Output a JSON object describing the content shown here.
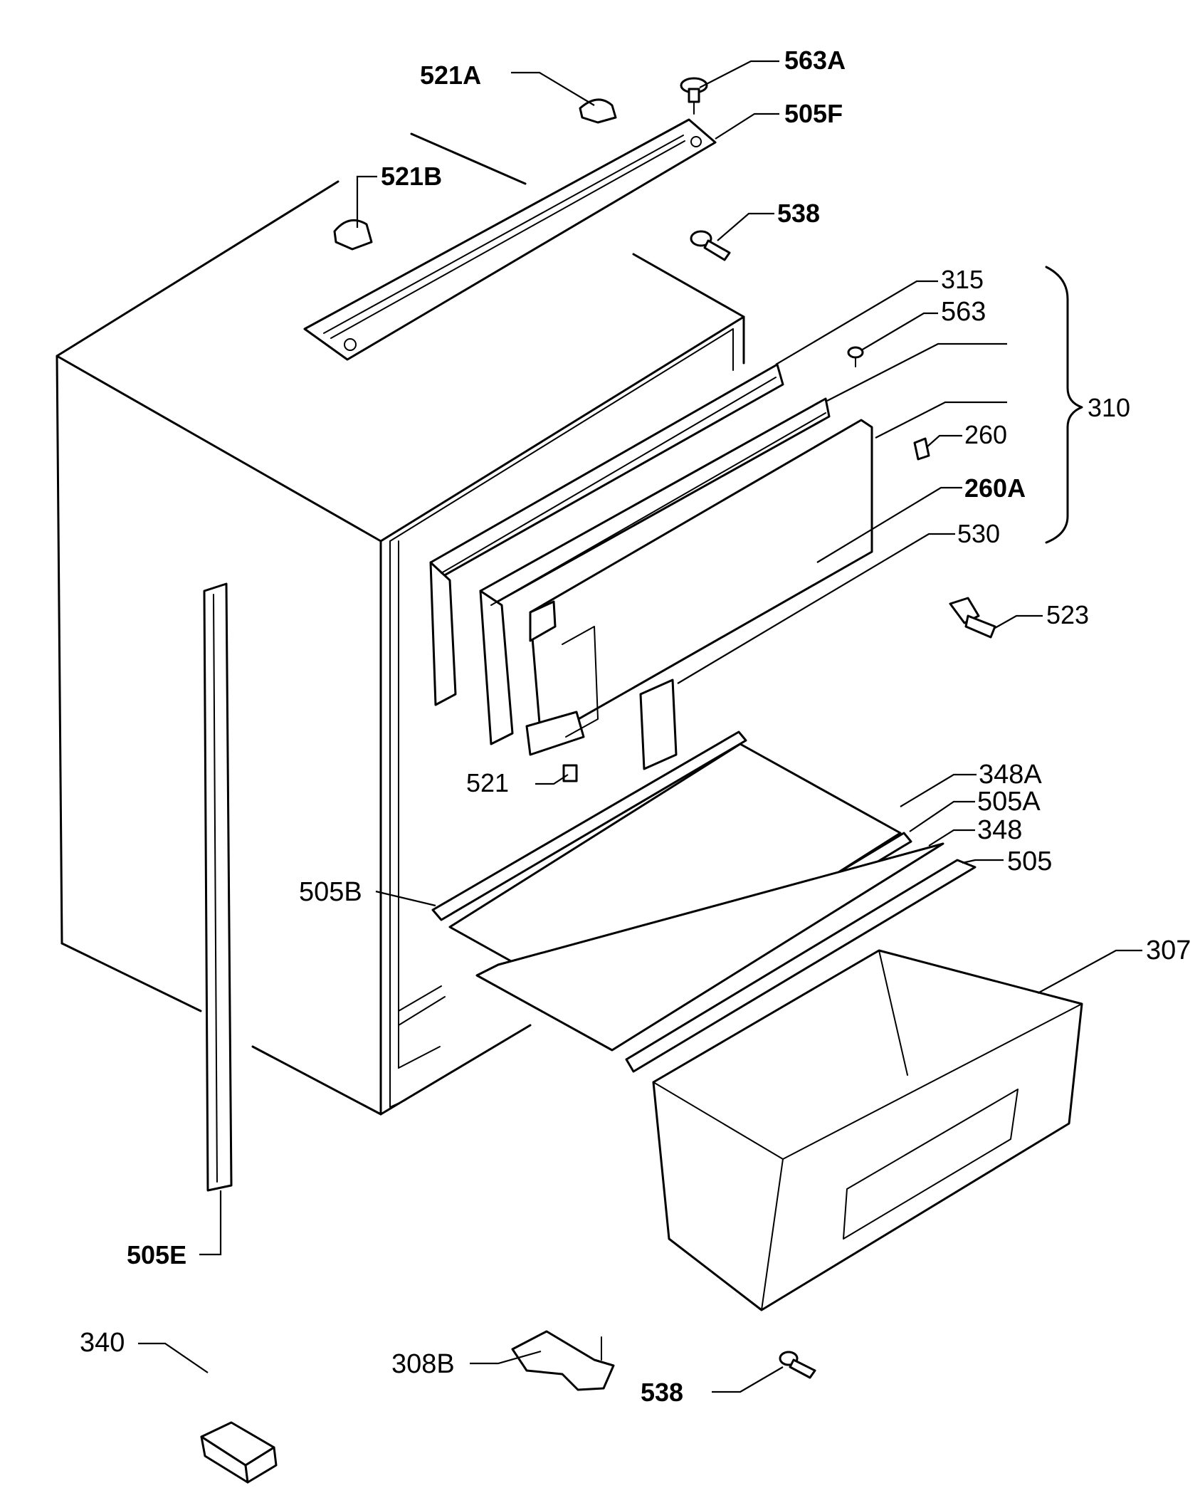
{
  "parts": [
    {
      "id": "lbl_521A",
      "text": "521A",
      "name": "label-521a"
    },
    {
      "id": "lbl_563A",
      "text": "563A",
      "name": "label-563a"
    },
    {
      "id": "lbl_505F",
      "text": "505F",
      "name": "label-505f"
    },
    {
      "id": "lbl_521B",
      "text": "521B",
      "name": "label-521b"
    },
    {
      "id": "lbl_538top",
      "text": "538",
      "name": "label-538-top"
    },
    {
      "id": "lbl_315",
      "text": "315",
      "name": "label-315"
    },
    {
      "id": "lbl_563",
      "text": "563",
      "name": "label-563"
    },
    {
      "id": "lbl_310",
      "text": "310",
      "name": "label-310"
    },
    {
      "id": "lbl_260",
      "text": "260",
      "name": "label-260"
    },
    {
      "id": "lbl_260A",
      "text": "260A",
      "name": "label-260a"
    },
    {
      "id": "lbl_530",
      "text": "530",
      "name": "label-530"
    },
    {
      "id": "lbl_523",
      "text": "523",
      "name": "label-523"
    },
    {
      "id": "lbl_521",
      "text": "521",
      "name": "label-521"
    },
    {
      "id": "lbl_348A",
      "text": "348A",
      "name": "label-348a"
    },
    {
      "id": "lbl_505A",
      "text": "505A",
      "name": "label-505a"
    },
    {
      "id": "lbl_348",
      "text": "348",
      "name": "label-348"
    },
    {
      "id": "lbl_505",
      "text": "505",
      "name": "label-505"
    },
    {
      "id": "lbl_505B",
      "text": "505B",
      "name": "label-505b"
    },
    {
      "id": "lbl_307",
      "text": "307",
      "name": "label-307"
    },
    {
      "id": "lbl_505E",
      "text": "505E",
      "name": "label-505e"
    },
    {
      "id": "lbl_340",
      "text": "340",
      "name": "label-340"
    },
    {
      "id": "lbl_308B",
      "text": "308B",
      "name": "label-308b"
    },
    {
      "id": "lbl_538bot",
      "text": "538",
      "name": "label-538-bottom"
    }
  ]
}
